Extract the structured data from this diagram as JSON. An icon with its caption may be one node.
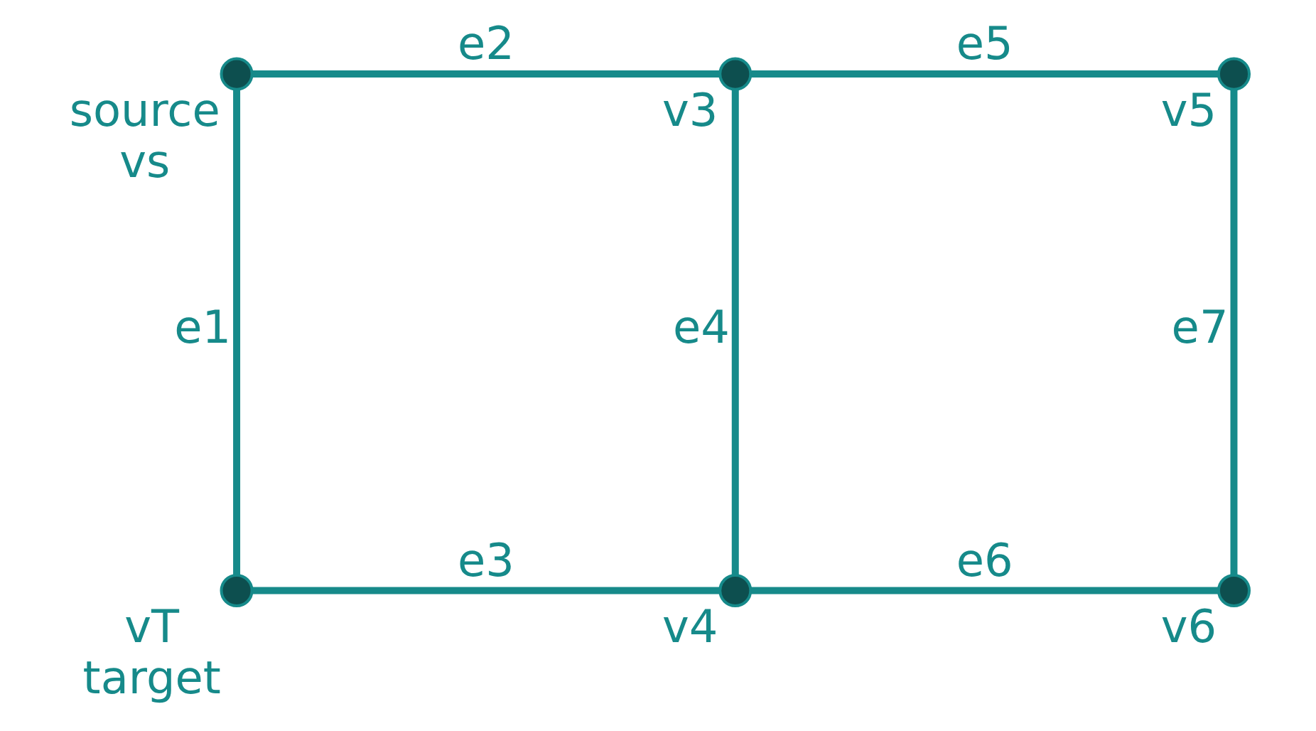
{
  "diagram": {
    "nodes": [
      {
        "text": [],
        "shape": "circle",
        "beside": [
          "source",
          "vs"
        ]
      },
      {
        "text": [],
        "shape": "circle",
        "beside": [
          "v3"
        ]
      },
      {
        "text": [],
        "shape": "circle",
        "beside": [
          "v5"
        ]
      },
      {
        "text": [],
        "shape": "circle",
        "beside": [
          "vT",
          "target"
        ]
      },
      {
        "text": [],
        "shape": "circle",
        "beside": [
          "v4"
        ]
      },
      {
        "text": [],
        "shape": "circle",
        "beside": [
          "v6"
        ]
      }
    ],
    "edges": [
      {
        "from": 0,
        "to": 3,
        "arrow": "none",
        "label": "e1"
      },
      {
        "from": 0,
        "to": 1,
        "arrow": "none",
        "label": "e2"
      },
      {
        "from": 3,
        "to": 4,
        "arrow": "none",
        "label": "e3"
      },
      {
        "from": 1,
        "to": 4,
        "arrow": "none",
        "label": "e4"
      },
      {
        "from": 1,
        "to": 2,
        "arrow": "none",
        "label": "e5"
      },
      {
        "from": 4,
        "to": 5,
        "arrow": "none",
        "label": "e6"
      },
      {
        "from": 2,
        "to": 5,
        "arrow": "none",
        "label": "e7"
      }
    ]
  }
}
